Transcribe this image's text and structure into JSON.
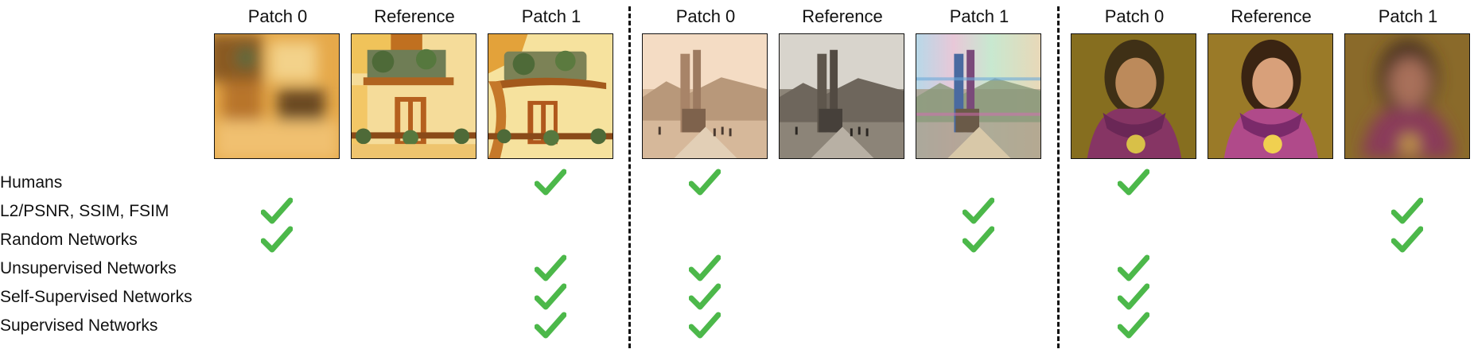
{
  "groups": [
    {
      "headers": [
        "Patch 0",
        "Reference",
        "Patch 1"
      ]
    },
    {
      "headers": [
        "Patch 0",
        "Reference",
        "Patch 1"
      ]
    },
    {
      "headers": [
        "Patch 0",
        "Reference",
        "Patch 1"
      ]
    }
  ],
  "rows": [
    {
      "label": "Humans",
      "checks": [
        "g1-patch1",
        "g2-patch0",
        "g3-patch0"
      ]
    },
    {
      "label": "L2/PSNR, SSIM, FSIM",
      "checks": [
        "g1-patch0",
        "g2-patch1",
        "g3-patch1"
      ]
    },
    {
      "label": "Random Networks",
      "checks": [
        "g1-patch0",
        "g2-patch1",
        "g3-patch1"
      ]
    },
    {
      "label": "Unsupervised Networks",
      "checks": [
        "g1-patch1",
        "g2-patch0",
        "g3-patch0"
      ]
    },
    {
      "label": "Self-Supervised Networks",
      "checks": [
        "g1-patch1",
        "g2-patch0",
        "g3-patch0"
      ]
    },
    {
      "label": "Supervised Networks",
      "checks": [
        "g1-patch1",
        "g2-patch0",
        "g3-patch0"
      ]
    }
  ],
  "colors": {
    "check": "#4cb84a",
    "divider": "#111111"
  },
  "icons": {
    "check": "checkmark-icon"
  }
}
